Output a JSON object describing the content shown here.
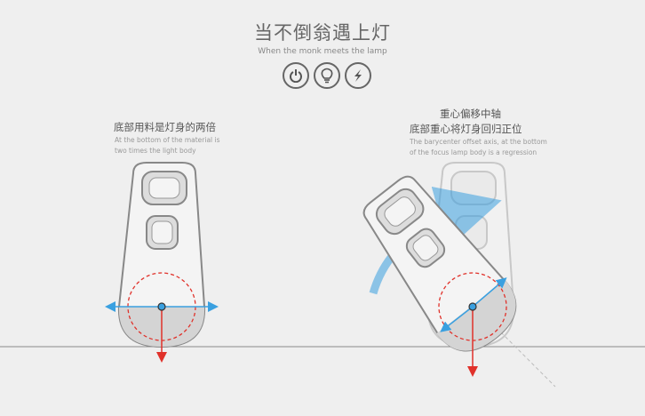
{
  "header": {
    "title": "当不倒翁遇上灯",
    "subtitle": "When the monk meets the lamp"
  },
  "icons": [
    "power-icon",
    "lightbulb-icon",
    "lightning-icon"
  ],
  "left_caption": {
    "heading": "底部用料是灯身的两倍",
    "line1": "At the bottom of the material is",
    "line2": "two times the light body"
  },
  "right_caption": {
    "heading1": "重心偏移中轴",
    "heading2": "底部重心将灯身回归正位",
    "line1": "The barycenter offset axis, at the bottom",
    "line2": "of the focus lamp body is a regression"
  },
  "colors": {
    "red": "#e0312a",
    "blue": "#3aa0e0",
    "outline": "#888888"
  }
}
